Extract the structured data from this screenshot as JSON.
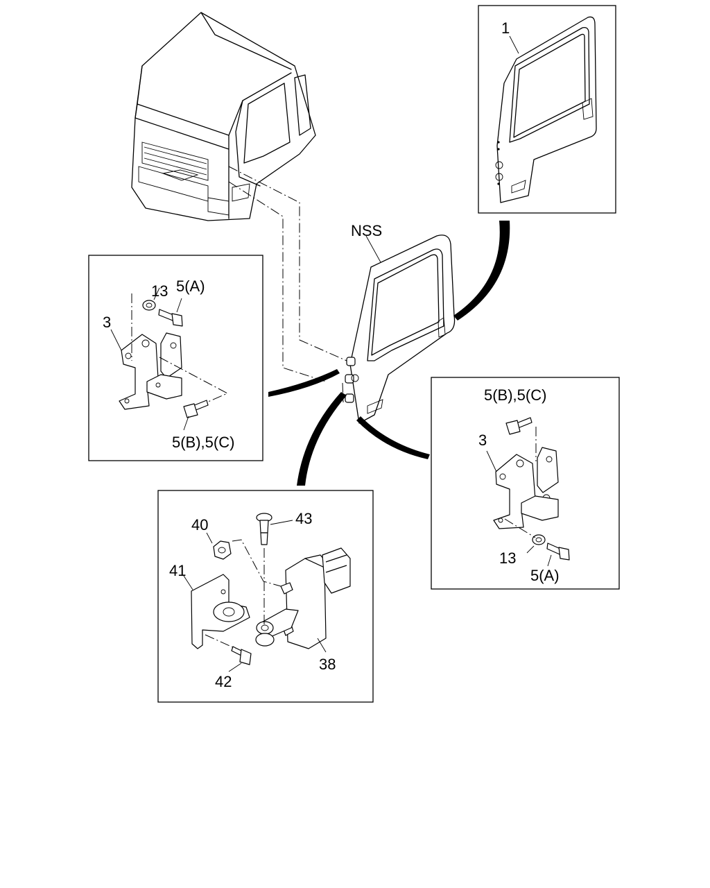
{
  "labels": {
    "door_rh": "1",
    "nss": "NSS",
    "left_box": {
      "washer": "13",
      "bolt_a": "5(A)",
      "hinge": "3",
      "bolt_bc": "5(B),5(C)"
    },
    "right_box": {
      "bolt_bc": "5(B),5(C)",
      "hinge": "3",
      "washer": "13",
      "bolt_a": "5(A)"
    },
    "check_box": {
      "nut": "40",
      "pin": "43",
      "bracket": "41",
      "checker": "38",
      "bolt": "42"
    }
  }
}
